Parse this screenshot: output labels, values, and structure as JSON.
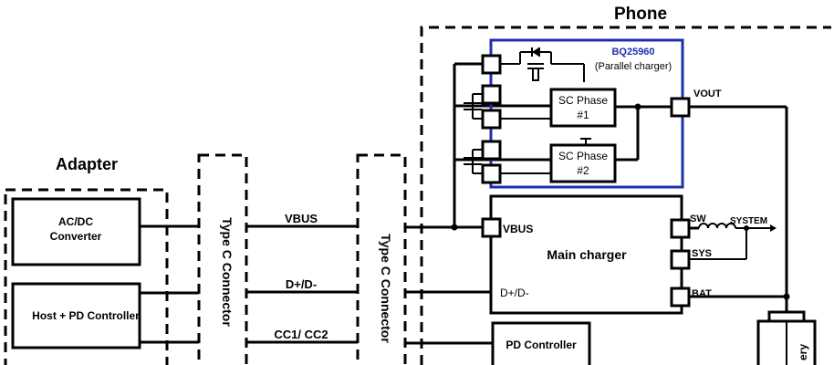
{
  "colors": {
    "accent": "#1f2fb0",
    "ink": "#000000",
    "background": "#ffffff"
  },
  "labels": {
    "phone": "Phone",
    "adapter": "Adapter",
    "bq_name": "BQ25960",
    "bq_sub": "(Parallel charger)",
    "vout": "VOUT",
    "sc1_l1": "SC Phase",
    "sc1_l2": "#1",
    "sc2_l1": "SC Phase",
    "sc2_l2": "#2",
    "acdc_l1": "AC/DC",
    "acdc_l2": "Converter",
    "host_pd": "Host + PD Controller",
    "type_c": "Type C Connector",
    "vbus": "VBUS",
    "dpdm": "D+/D-",
    "cc": "CC1/ CC2",
    "main_vbus": "VBUS",
    "main_charger": "Main charger",
    "main_dpdm": "D+/D-",
    "sw": "SW",
    "system": "SYSTEM",
    "sys": "SYS",
    "bat": "BAT",
    "pd_controller": "PD Controller",
    "battery_partial": "ery"
  }
}
